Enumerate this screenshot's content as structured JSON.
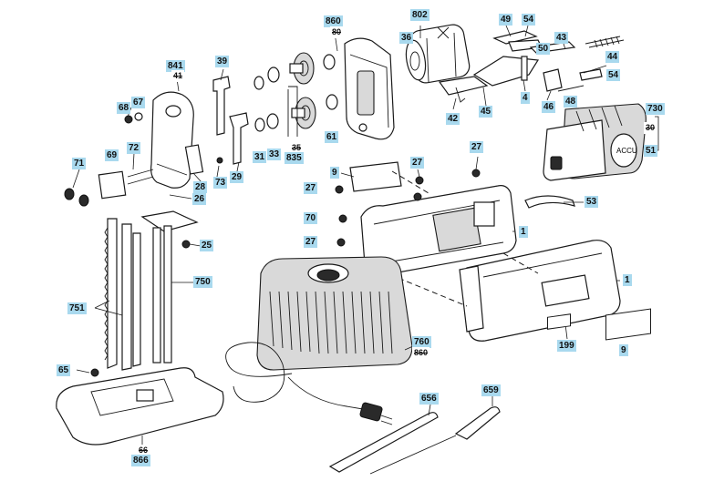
{
  "callouts": [
    {
      "id": "c860",
      "text": "860"
    },
    {
      "id": "c80",
      "text": "80"
    },
    {
      "id": "c802",
      "text": "802"
    },
    {
      "id": "c36",
      "text": "36"
    },
    {
      "id": "c49",
      "text": "49"
    },
    {
      "id": "c54a",
      "text": "54"
    },
    {
      "id": "c50",
      "text": "50"
    },
    {
      "id": "c43",
      "text": "43"
    },
    {
      "id": "c44",
      "text": "44"
    },
    {
      "id": "c54b",
      "text": "54"
    },
    {
      "id": "c4",
      "text": "4"
    },
    {
      "id": "c46",
      "text": "46"
    },
    {
      "id": "c48",
      "text": "48"
    },
    {
      "id": "c42",
      "text": "42"
    },
    {
      "id": "c45",
      "text": "45"
    },
    {
      "id": "c730",
      "text": "730"
    },
    {
      "id": "c30",
      "text": "30"
    },
    {
      "id": "c51",
      "text": "51"
    },
    {
      "id": "c841",
      "text": "841"
    },
    {
      "id": "c41",
      "text": "41"
    },
    {
      "id": "c39",
      "text": "39"
    },
    {
      "id": "c68",
      "text": "68"
    },
    {
      "id": "c67",
      "text": "67"
    },
    {
      "id": "c31",
      "text": "31"
    },
    {
      "id": "c33",
      "text": "33"
    },
    {
      "id": "c35",
      "text": "35"
    },
    {
      "id": "c835",
      "text": "835"
    },
    {
      "id": "c61",
      "text": "61"
    },
    {
      "id": "c71",
      "text": "71"
    },
    {
      "id": "c69",
      "text": "69"
    },
    {
      "id": "c72",
      "text": "72"
    },
    {
      "id": "c28",
      "text": "28"
    },
    {
      "id": "c73",
      "text": "73"
    },
    {
      "id": "c29",
      "text": "29"
    },
    {
      "id": "c26",
      "text": "26"
    },
    {
      "id": "c27a",
      "text": "27"
    },
    {
      "id": "c9a",
      "text": "9"
    },
    {
      "id": "c27b",
      "text": "27"
    },
    {
      "id": "c27c",
      "text": "27"
    },
    {
      "id": "c53",
      "text": "53"
    },
    {
      "id": "c70",
      "text": "70"
    },
    {
      "id": "c1a",
      "text": "1"
    },
    {
      "id": "c27d",
      "text": "27"
    },
    {
      "id": "c25",
      "text": "25"
    },
    {
      "id": "c750",
      "text": "750"
    },
    {
      "id": "c1b",
      "text": "1"
    },
    {
      "id": "c751",
      "text": "751"
    },
    {
      "id": "c760",
      "text": "760"
    },
    {
      "id": "c860b",
      "text": "860"
    },
    {
      "id": "c199",
      "text": "199"
    },
    {
      "id": "c9b",
      "text": "9"
    },
    {
      "id": "c65",
      "text": "65"
    },
    {
      "id": "c656",
      "text": "656"
    },
    {
      "id": "c659",
      "text": "659"
    },
    {
      "id": "c66",
      "text": "66"
    },
    {
      "id": "c866",
      "text": "866"
    }
  ],
  "battery_mark": "ACCU"
}
